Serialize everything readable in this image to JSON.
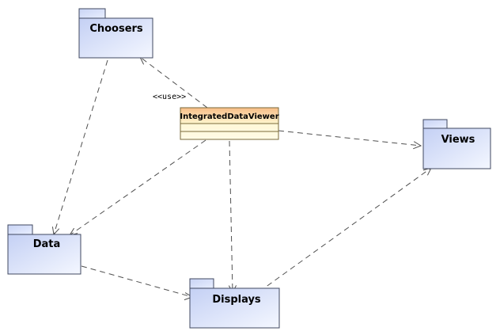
{
  "packages": {
    "choosers": {
      "label": "Choosers"
    },
    "views": {
      "label": "Views"
    },
    "data": {
      "label": "Data"
    },
    "displays": {
      "label": "Displays"
    }
  },
  "class_box": {
    "label": "IntegratedDataViewer"
  },
  "dependencies": {
    "use_stereotype": "<<use>>"
  },
  "colors": {
    "package_fill_start": "#c4d0f4",
    "package_fill_end": "#f4f7ff",
    "package_border": "#404860",
    "class_fill_top": "#f7bd86",
    "class_fill_bottom": "#fff6cf",
    "class_border": "#7a6a3a",
    "line": "#505050"
  }
}
